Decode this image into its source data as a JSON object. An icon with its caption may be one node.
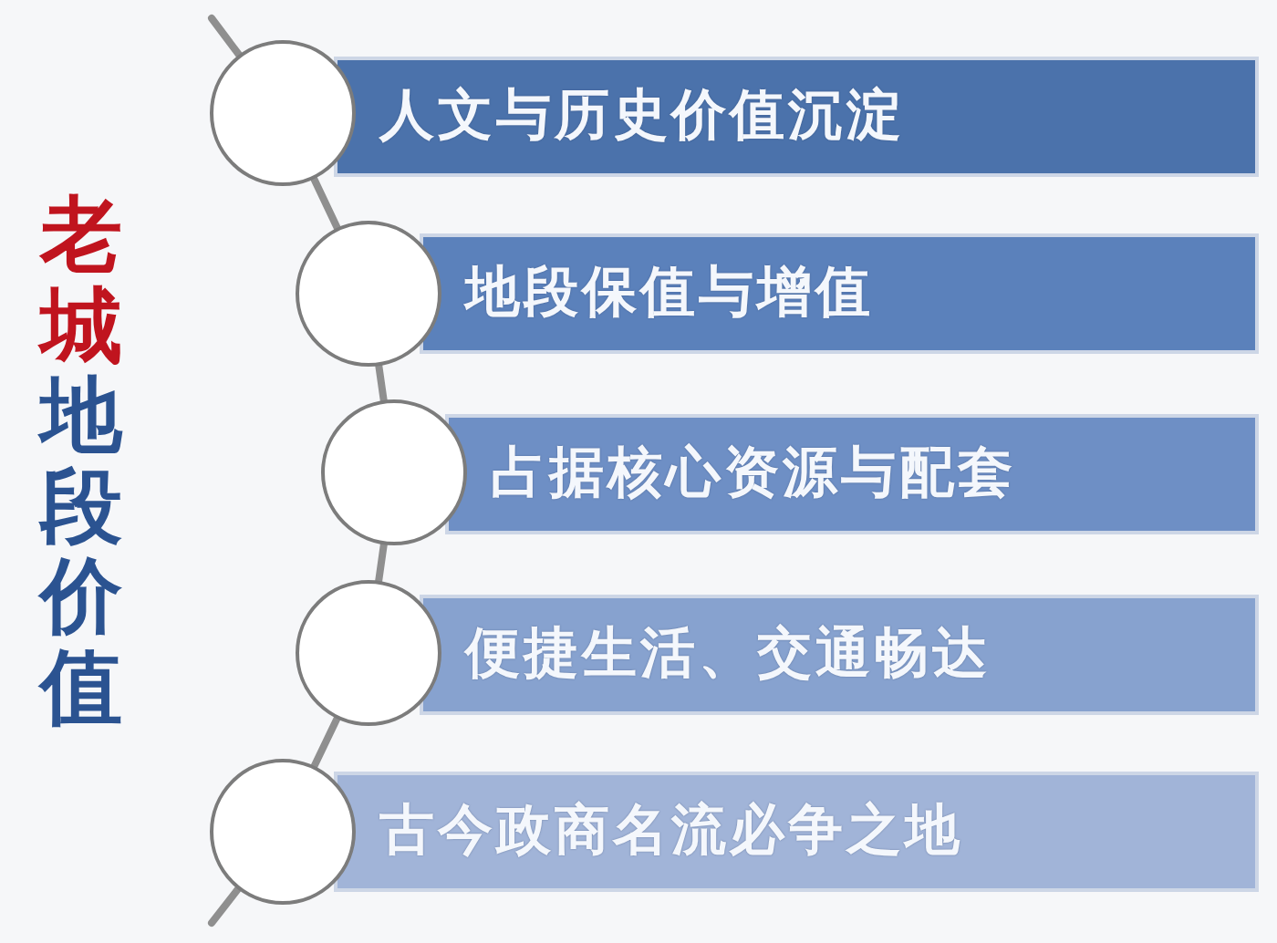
{
  "diagram": {
    "title": "老城地段价值",
    "nodes": [
      {
        "text": [
          "人文与历史价值沉淀"
        ]
      },
      {
        "text": [
          "地段保值与增值"
        ]
      },
      {
        "text": [
          "占据核心资源与配套"
        ]
      },
      {
        "text": [
          "便捷生活、交通畅达"
        ]
      },
      {
        "text": [
          "古今政商名流必争之地"
        ]
      },
      {
        "text": [],
        "shape": "circle"
      },
      {
        "text": [],
        "shape": "circle"
      },
      {
        "text": [],
        "shape": "circle"
      },
      {
        "text": [],
        "shape": "circle"
      },
      {
        "text": [],
        "shape": "circle"
      }
    ],
    "edges": [
      {
        "from": null,
        "to": 5,
        "arrow": "none"
      },
      {
        "from": 5,
        "to": 6,
        "arrow": "none"
      },
      {
        "from": 6,
        "to": 7,
        "arrow": "none"
      },
      {
        "from": 7,
        "to": 8,
        "arrow": "none"
      },
      {
        "from": 8,
        "to": 9,
        "arrow": "none"
      },
      {
        "from": 9,
        "to": null,
        "arrow": "none"
      }
    ]
  }
}
